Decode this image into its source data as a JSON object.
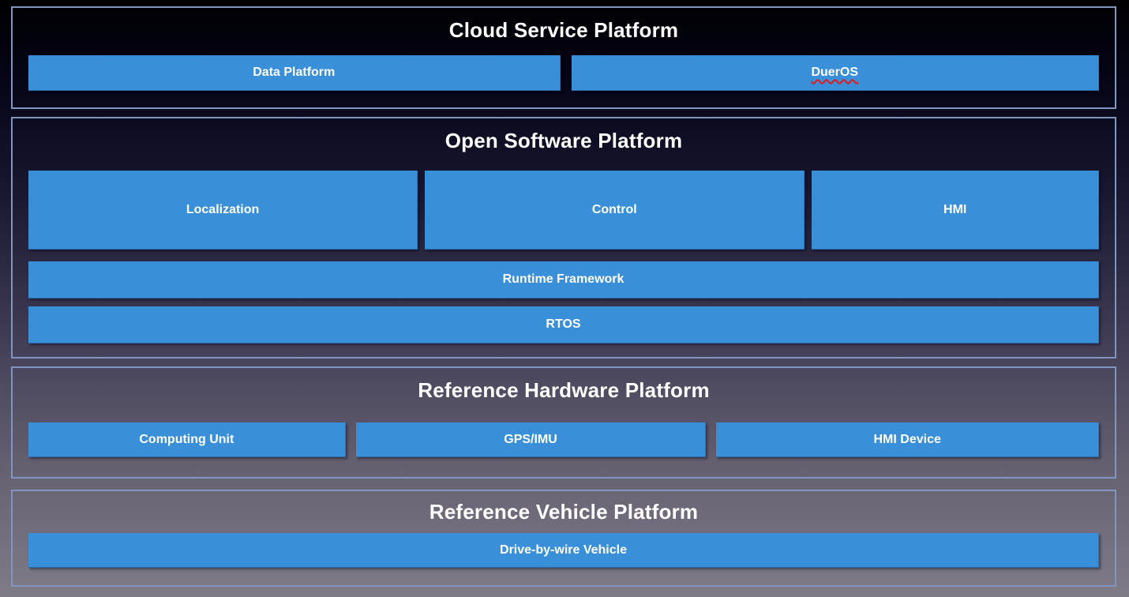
{
  "colors": {
    "box_blue": "#3990d9",
    "panel_border": "#8095bf",
    "label_text": "#ffffff",
    "squiggle_red": "#e01b1b"
  },
  "sections": [
    {
      "title": "Cloud Service Platform",
      "boxes": [
        {
          "label": "Data Platform"
        },
        {
          "label": "DuerOS",
          "spellcheck_underline": true
        }
      ]
    },
    {
      "title": "Open Software Platform",
      "boxes": [
        {
          "label": "Localization"
        },
        {
          "label": "Control"
        },
        {
          "label": "HMI"
        }
      ],
      "bars": [
        {
          "label": "Runtime Framework"
        },
        {
          "label": "RTOS"
        }
      ]
    },
    {
      "title": "Reference Hardware Platform",
      "boxes": [
        {
          "label": "Computing Unit"
        },
        {
          "label": "GPS/IMU"
        },
        {
          "label": "HMI Device"
        }
      ]
    },
    {
      "title": "Reference Vehicle Platform",
      "bars": [
        {
          "label": "Drive-by-wire Vehicle"
        }
      ]
    }
  ]
}
